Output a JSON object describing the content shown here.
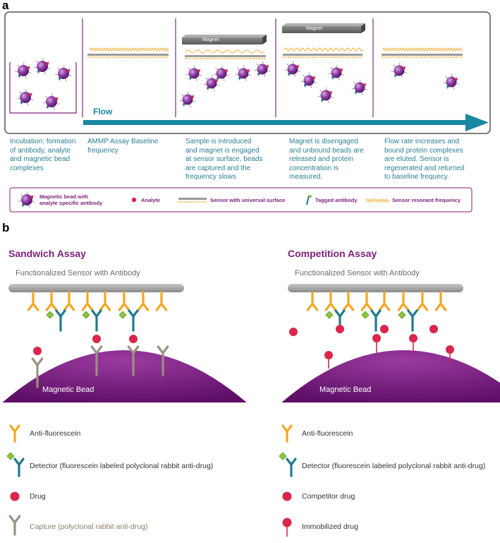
{
  "panel_a": {
    "letter": "a",
    "flow_label": "Flow",
    "magnet_label": "Magnet",
    "steps": [
      "Incubation: formation\nof antibody, analyte\nand magnetic bead\ncomplexes",
      "AMMP Assay Baseline\nfrequency",
      "Sample is introduced\nand magnet is engaged\nat sensor surface, beads\nare captured and the\nfrequency slows",
      "Magnet is disengaged\nand unbound beads are\nreleased and protein\nconcentration is\nmeasured.",
      "Flow rate increases and\nbound protein complexes\nare eluted. Sensor is\nregenerated and returned\nto baseline frequecy."
    ],
    "legend": {
      "bead": "Magnetic bead with\nanalyte specific antibody",
      "analyte": "Analyte",
      "sensor": "Sensor with universal surface",
      "tagged": "Tagged antibody",
      "resonant": "Sensor resonant frequency"
    }
  },
  "panel_b": {
    "letter": "b",
    "sandwich": {
      "title": "Sandwich Assay",
      "sensor_label": "Functionalized Sensor with Antibody",
      "bead_label": "Magnetic Bead"
    },
    "competition": {
      "title": "Competition Assay",
      "sensor_label": "Functionalized Sensor with Antibody",
      "bead_label": "Magnetic Bead"
    },
    "legend_left": [
      "Anti-fluorescein",
      "Detector (fluorescein labeled polyclonal rabbit anti-drug)",
      "Drug",
      "Capture (polyclonal rabbit anti-drug)"
    ],
    "legend_right": [
      "Anti-fluorescein",
      "Detector (fluorescein labeled polyclonal rabbit anti-drug)",
      "Competitor drug",
      "Immobilized drug"
    ]
  },
  "colors": {
    "orange": "#f5a623",
    "teal": "#1f7b8c",
    "green": "#8cc63f",
    "red": "#d9264a",
    "grey": "#9a9183",
    "purple": "#7c1f7a",
    "bead": "#8a3aa0",
    "sensor": "#9b9b9b",
    "arrow": "#1a87a3"
  }
}
